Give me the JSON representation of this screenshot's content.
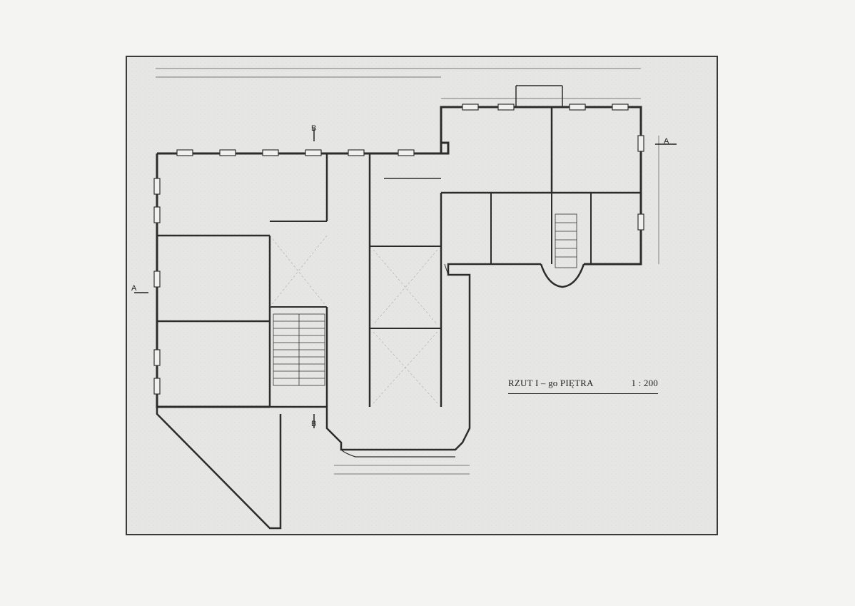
{
  "plan": {
    "title": "RZUT I – go PIĘTRA",
    "scale": "1 : 200"
  },
  "sections": {
    "a_left": "A",
    "a_right": "A",
    "b_top": "B",
    "b_bottom": "B"
  }
}
